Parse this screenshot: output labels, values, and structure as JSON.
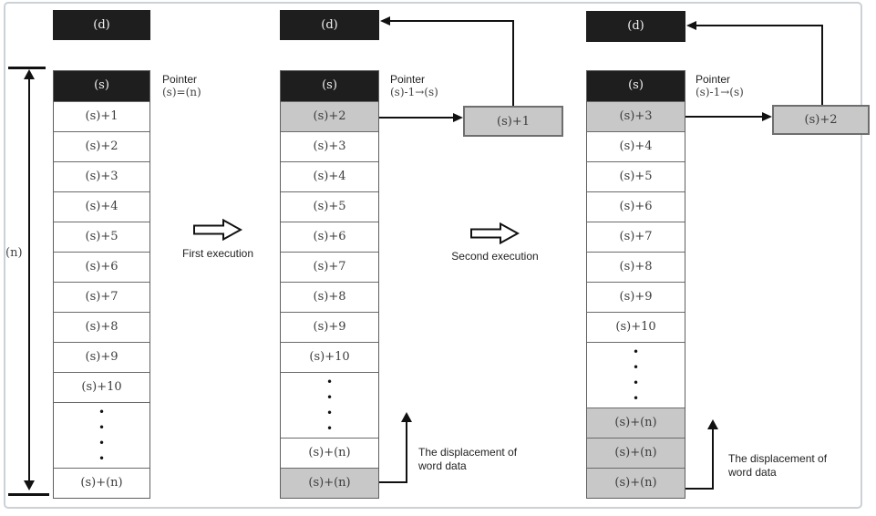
{
  "left": {
    "dest": "(d)",
    "header": "(s)",
    "pointer": {
      "line1": "Pointer",
      "line2": "(s)=(n)"
    },
    "n_label": "(n)",
    "rows": [
      {
        "text": "(s)+1",
        "type": "normal"
      },
      {
        "text": "(s)+2",
        "type": "normal"
      },
      {
        "text": "(s)+3",
        "type": "normal"
      },
      {
        "text": "(s)+4",
        "type": "normal"
      },
      {
        "text": "(s)+5",
        "type": "normal"
      },
      {
        "text": "(s)+6",
        "type": "normal"
      },
      {
        "text": "(s)+7",
        "type": "normal"
      },
      {
        "text": "(s)+8",
        "type": "normal"
      },
      {
        "text": "(s)+9",
        "type": "normal"
      },
      {
        "text": "(s)+10",
        "type": "normal"
      },
      {
        "text": "•\n•\n•\n•",
        "type": "dots"
      },
      {
        "text": "(s)+(n)",
        "type": "normal"
      }
    ]
  },
  "middle": {
    "dest": "(d)",
    "header": "(s)",
    "pointer": {
      "line1": "Pointer",
      "line2": "(s)-1→(s)"
    },
    "popped": "(s)+1",
    "displacement": {
      "line1": "The displacement of",
      "line2": "word data"
    },
    "rows": [
      {
        "text": "(s)+2",
        "type": "gray"
      },
      {
        "text": "(s)+3",
        "type": "normal"
      },
      {
        "text": "(s)+4",
        "type": "normal"
      },
      {
        "text": "(s)+5",
        "type": "normal"
      },
      {
        "text": "(s)+6",
        "type": "normal"
      },
      {
        "text": "(s)+7",
        "type": "normal"
      },
      {
        "text": "(s)+8",
        "type": "normal"
      },
      {
        "text": "(s)+9",
        "type": "normal"
      },
      {
        "text": "(s)+10",
        "type": "normal"
      },
      {
        "text": "•\n•\n•\n•",
        "type": "dots"
      },
      {
        "text": "(s)+(n)",
        "type": "normal"
      },
      {
        "text": "(s)+(n)",
        "type": "gray"
      }
    ]
  },
  "right": {
    "dest": "(d)",
    "header": "(s)",
    "pointer": {
      "line1": "Pointer",
      "line2": "(s)-1→(s)"
    },
    "popped": "(s)+2",
    "displacement": {
      "line1": "The displacement of",
      "line2": "word data"
    },
    "rows": [
      {
        "text": "(s)+3",
        "type": "gray"
      },
      {
        "text": "(s)+4",
        "type": "normal"
      },
      {
        "text": "(s)+5",
        "type": "normal"
      },
      {
        "text": "(s)+6",
        "type": "normal"
      },
      {
        "text": "(s)+7",
        "type": "normal"
      },
      {
        "text": "(s)+8",
        "type": "normal"
      },
      {
        "text": "(s)+9",
        "type": "normal"
      },
      {
        "text": "(s)+10",
        "type": "normal"
      },
      {
        "text": "•\n•\n•\n•",
        "type": "dots"
      },
      {
        "text": "(s)+(n)",
        "type": "gray"
      },
      {
        "text": "(s)+(n)",
        "type": "gray"
      },
      {
        "text": "(s)+(n)",
        "type": "gray"
      }
    ]
  },
  "transitions": {
    "first": "First execution",
    "second": "Second execution"
  },
  "colors": {
    "black_box": "#1e1e1e",
    "gray_highlight": "#c8c8c8",
    "line": "#111111"
  }
}
